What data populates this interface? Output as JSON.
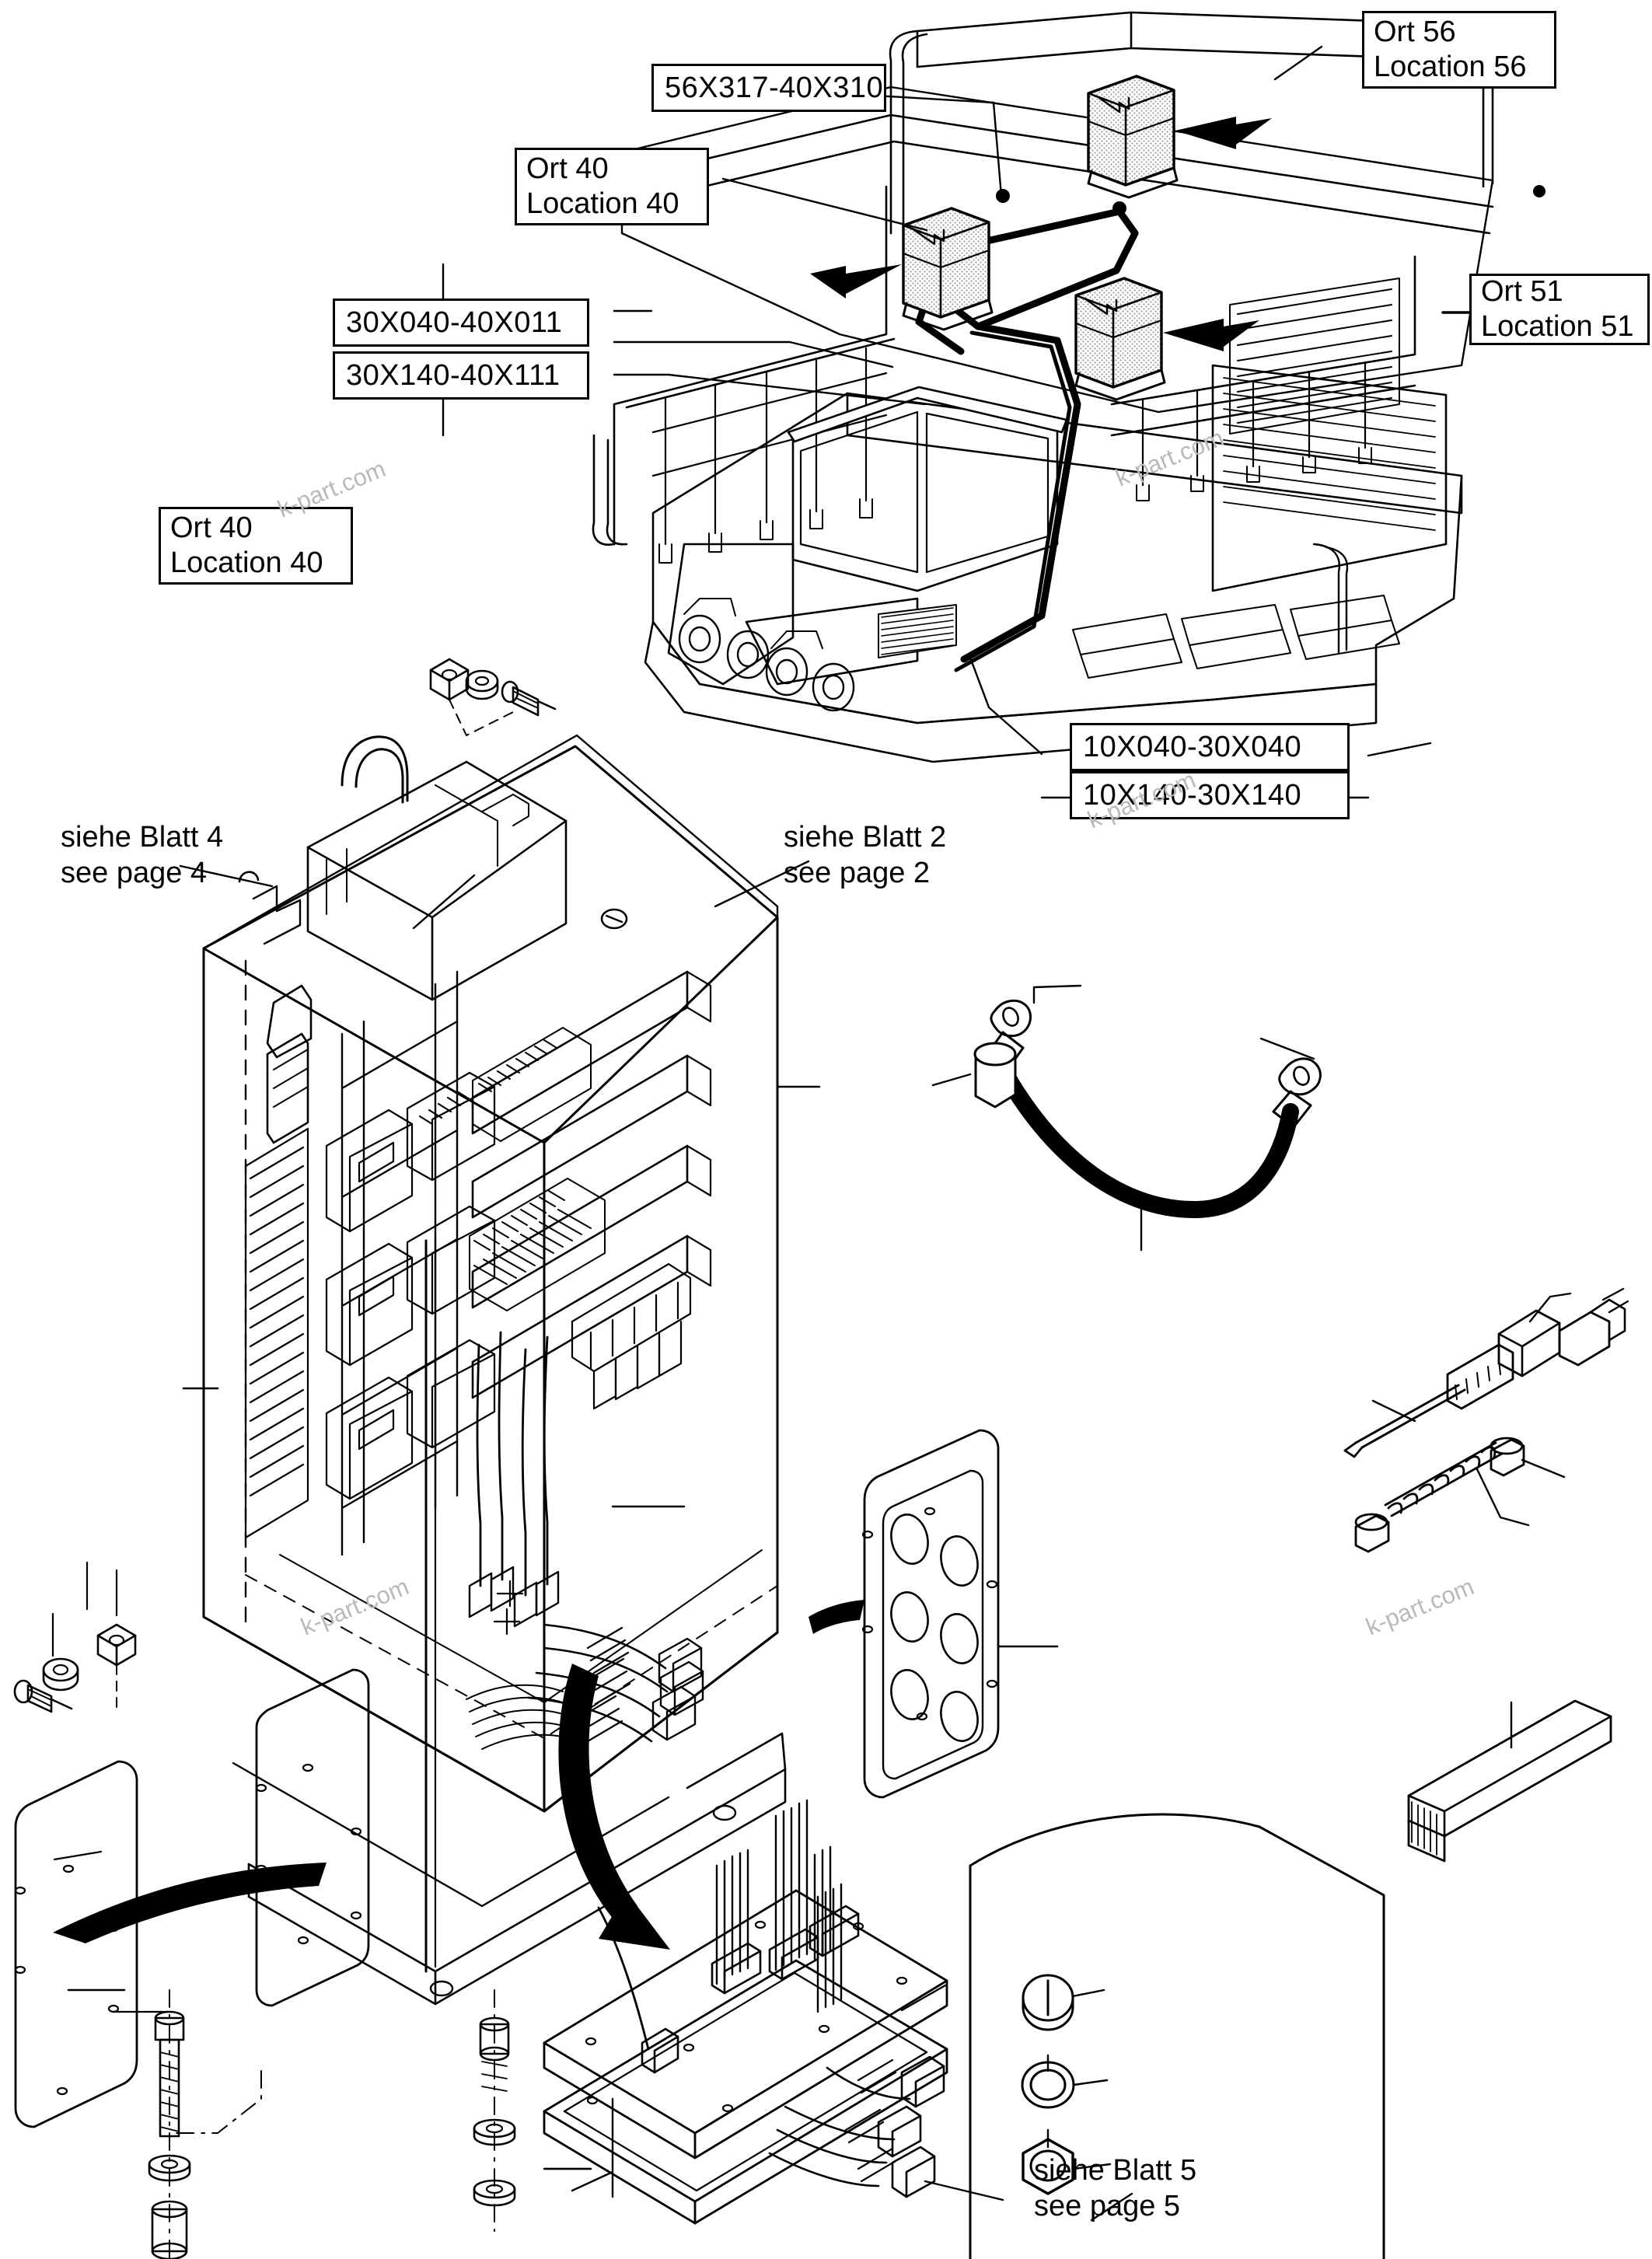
{
  "document": {
    "type": "exploded-parts-diagram",
    "language": "de-en",
    "watermark_text": "k-part.com"
  },
  "callouts": [
    {
      "id": "c-56x317",
      "style": "single",
      "lines": [
        "56X317-40X310"
      ]
    },
    {
      "id": "c-ort56",
      "style": "double",
      "lines": [
        "Ort 56",
        "Location 56"
      ]
    },
    {
      "id": "c-ort40-top",
      "style": "double",
      "lines": [
        "Ort 40",
        "Location 40"
      ]
    },
    {
      "id": "c-30x040",
      "style": "single",
      "lines": [
        "30X040-40X011"
      ]
    },
    {
      "id": "c-30x140",
      "style": "single",
      "lines": [
        "30X140-40X111"
      ]
    },
    {
      "id": "c-ort51",
      "style": "double",
      "lines": [
        "Ort 51",
        "Location 51"
      ]
    },
    {
      "id": "c-10x040",
      "style": "single",
      "lines": [
        "10X040-30X040"
      ]
    },
    {
      "id": "c-10x140",
      "style": "single",
      "lines": [
        "10X140-30X140"
      ]
    },
    {
      "id": "c-ort40-left",
      "style": "double",
      "lines": [
        "Ort 40",
        "Location 40"
      ]
    }
  ],
  "notes": [
    {
      "id": "n-blatt4",
      "lines": [
        "siehe Blatt 4",
        "see page 4"
      ]
    },
    {
      "id": "n-blatt2",
      "lines": [
        "siehe Blatt 2",
        "see page 2"
      ]
    },
    {
      "id": "n-blatt5",
      "lines": [
        "siehe Blatt 5",
        "see page 5"
      ]
    }
  ],
  "watermarks": [
    {
      "id": "wm-1",
      "text": "k-part.com"
    },
    {
      "id": "wm-2",
      "text": "k-part.com"
    },
    {
      "id": "wm-3",
      "text": "k-part.com"
    },
    {
      "id": "wm-4",
      "text": "k-part.com"
    },
    {
      "id": "wm-5",
      "text": "k-part.com"
    }
  ],
  "colors": {
    "line": "#000000",
    "background": "#ffffff",
    "watermark": "#b9b9b9",
    "shade_fill": "#d6d6d6"
  }
}
